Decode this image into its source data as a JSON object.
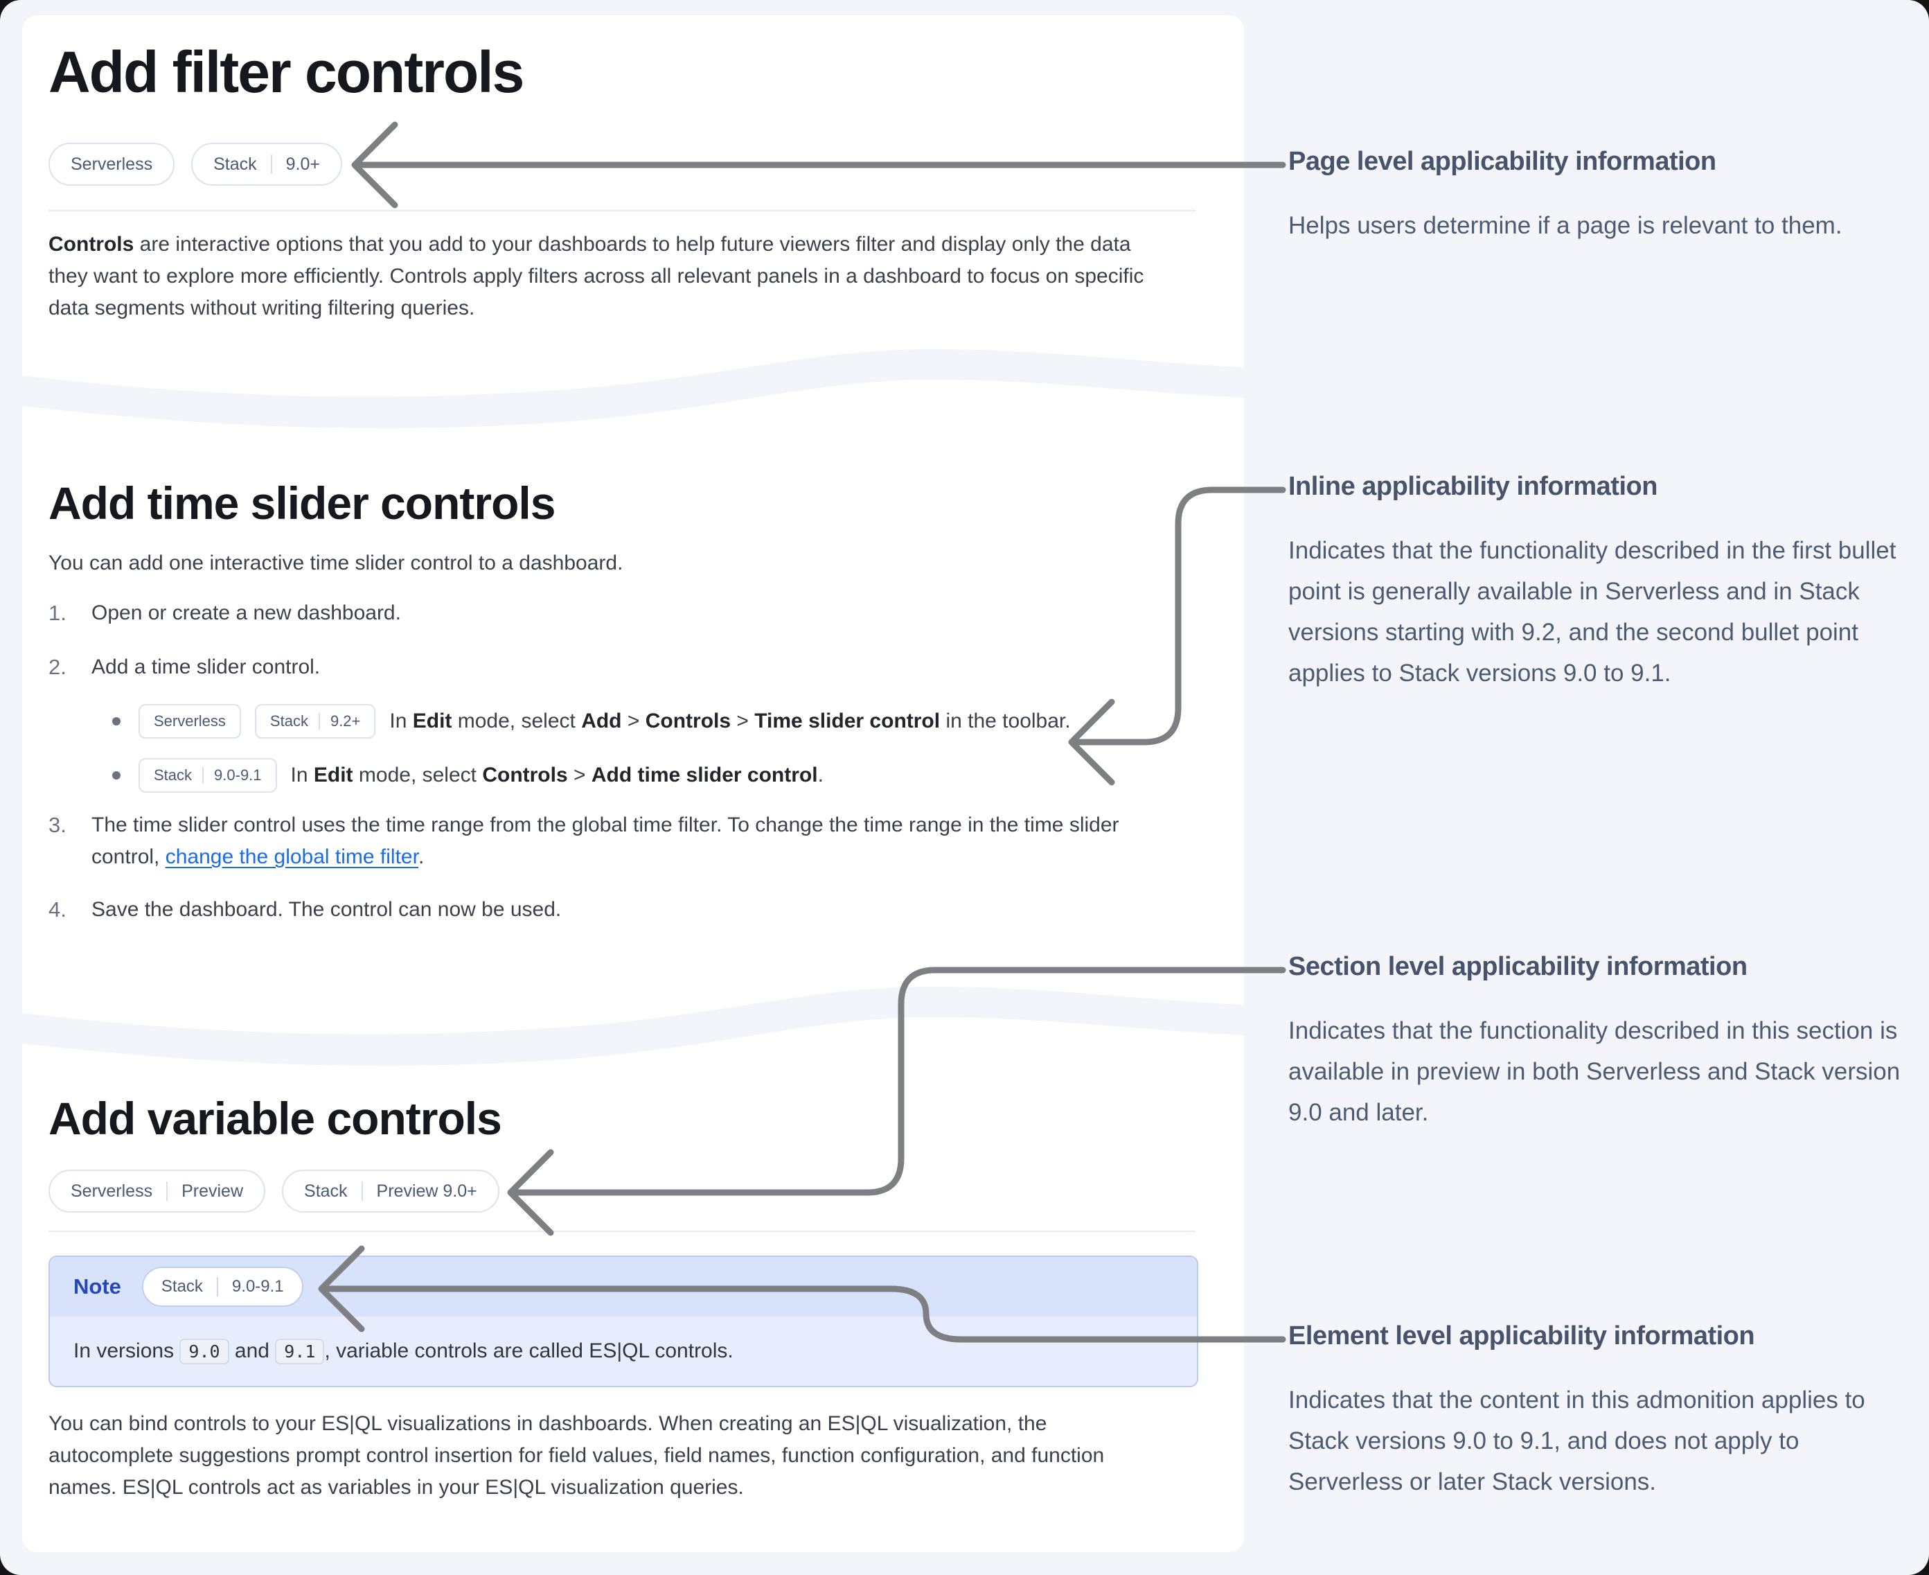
{
  "colors": {
    "page_bg": "#f3f5fa",
    "card_bg": "#ffffff",
    "heading_text": "#16181d",
    "body_text": "#3b404b",
    "annotation_text": "#4c5a72",
    "link_blue": "#1a6ce0",
    "note_title_blue": "#2547b8",
    "note_header_bg": "#d8e3fb",
    "note_body_bg": "#e7edfc",
    "arrow_gray": "#7e7f82",
    "badge_border": "#dce3ef"
  },
  "card1": {
    "title": "Add filter controls",
    "badges": [
      [
        "Serverless"
      ],
      [
        "Stack",
        "9.0+"
      ]
    ],
    "intro_runs": [
      {
        "text": "Controls",
        "bold": true
      },
      {
        "text": " are interactive options that you add to your dashboards to help future viewers filter and display only the data they want to explore more efficiently. Controls apply filters across all relevant panels in a dashboard to focus on specific data segments without writing filtering queries."
      }
    ]
  },
  "card2": {
    "title": "Add time slider controls",
    "intro": "You can add one interactive time slider control to a dashboard.",
    "steps": [
      {
        "num": "1.",
        "text": "Open or create a new dashboard."
      },
      {
        "num": "2.",
        "text": "Add a time slider control."
      },
      {
        "num": "3.",
        "runs": [
          {
            "text": "The time slider control uses the time range from the global time filter. To change the time range in the time slider control, "
          },
          {
            "text": "change the global time filter",
            "link": true
          },
          {
            "text": "."
          }
        ]
      },
      {
        "num": "4.",
        "text": "Save the dashboard. The control can now be used."
      }
    ],
    "bullets": [
      {
        "badges": [
          [
            "Serverless"
          ],
          [
            "Stack",
            "9.2+"
          ]
        ],
        "runs": [
          {
            "text": "In "
          },
          {
            "text": "Edit",
            "bold": true
          },
          {
            "text": " mode, select "
          },
          {
            "text": "Add",
            "bold": true
          },
          {
            "text": " > "
          },
          {
            "text": "Controls",
            "bold": true
          },
          {
            "text": " > "
          },
          {
            "text": "Time slider control",
            "bold": true
          },
          {
            "text": " in the toolbar."
          }
        ]
      },
      {
        "badges": [
          [
            "Stack",
            "9.0-9.1"
          ]
        ],
        "runs": [
          {
            "text": "In "
          },
          {
            "text": "Edit",
            "bold": true
          },
          {
            "text": " mode, select "
          },
          {
            "text": "Controls",
            "bold": true
          },
          {
            "text": " > "
          },
          {
            "text": "Add time slider control",
            "bold": true
          },
          {
            "text": "."
          }
        ]
      }
    ]
  },
  "card3": {
    "title": "Add variable controls",
    "badges": [
      [
        "Serverless",
        "Preview"
      ],
      [
        "Stack",
        "Preview 9.0+"
      ]
    ],
    "note": {
      "label": "Note",
      "badge": [
        "Stack",
        "9.0-9.1"
      ],
      "body_runs": [
        {
          "text": "In versions "
        },
        {
          "text": "9.0",
          "code": true
        },
        {
          "text": " and "
        },
        {
          "text": "9.1",
          "code": true
        },
        {
          "text": ", variable controls are called ES|QL controls."
        }
      ]
    },
    "outro": "You can bind controls to your ES|QL visualizations in dashboards. When creating an ES|QL visualization, the autocomplete suggestions prompt control insertion for field values, field names, function configuration, and function names. ES|QL controls act as variables in your ES|QL visualization queries."
  },
  "annotations": [
    {
      "title": "Page level applicability information",
      "body": "Helps users determine if a page is relevant to them."
    },
    {
      "title": "Inline applicability information",
      "body": "Indicates that the functionality described in the first bullet point is generally available in Serverless and in Stack versions starting with 9.2, and the second bullet point applies to Stack versions 9.0 to 9.1."
    },
    {
      "title": "Section level applicability information",
      "body": "Indicates that the functionality described in this section is available in preview in both Serverless and Stack version 9.0 and later."
    },
    {
      "title": "Element level applicability information",
      "body": "Indicates that the content in this admonition applies to Stack versions 9.0 to 9.1, and does not apply to Serverless or later Stack versions."
    }
  ]
}
